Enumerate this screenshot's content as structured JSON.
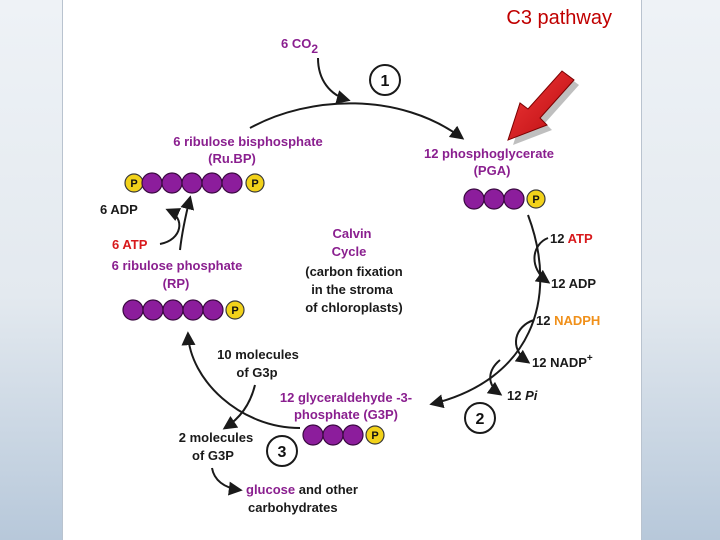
{
  "slide": {
    "title": "C3 pathway"
  },
  "diagram": {
    "co2": {
      "prefix": "6 CO",
      "subscript": "2"
    },
    "steps": [
      "1",
      "2",
      "3"
    ],
    "rubp": {
      "line1": "6 ribulose bisphosphate",
      "line2": "(Ru.BP)"
    },
    "pga": {
      "line1": "12 phosphoglycerate",
      "line2": "(PGA)"
    },
    "center": {
      "line1": "Calvin",
      "line2": "Cycle",
      "line3": "(carbon fixation",
      "line4": "in the stroma",
      "line5": "of chloroplasts)"
    },
    "right_side": {
      "atp_count": "12 ",
      "atp_word": "ATP",
      "adp": "12 ADP",
      "nadph_count": "12 ",
      "nadph_word": "NADPH",
      "nadp": "12 NADP",
      "nadp_sup": "+",
      "pi_count": "12 ",
      "pi_word": "Pi"
    },
    "g3p": {
      "line1": "12 glyceraldehyde -3-",
      "line2": "phosphate (G3P)"
    },
    "left_side": {
      "adp": "6 ADP",
      "atp_count": "6 ",
      "atp_word": "ATP",
      "rp_line1": "6 ribulose phosphate",
      "rp_line2": "(RP)",
      "ten_line1": "10 molecules",
      "ten_line2": "of G3p",
      "two_line1": "2 molecules",
      "two_line2": "of G3P"
    },
    "output": {
      "glucose": "glucose",
      "rest1": " and other",
      "line2": "carbohydrates"
    },
    "phosphate_label": "P",
    "colors": {
      "purple_label": "#8a1f8f",
      "red_label": "#d8191c",
      "orange_label": "#f0901a",
      "molecule": "#8c1d9c",
      "phosphate": "#f2d21a",
      "title_red": "#c00000",
      "arrow_red": "#e0141a"
    }
  }
}
